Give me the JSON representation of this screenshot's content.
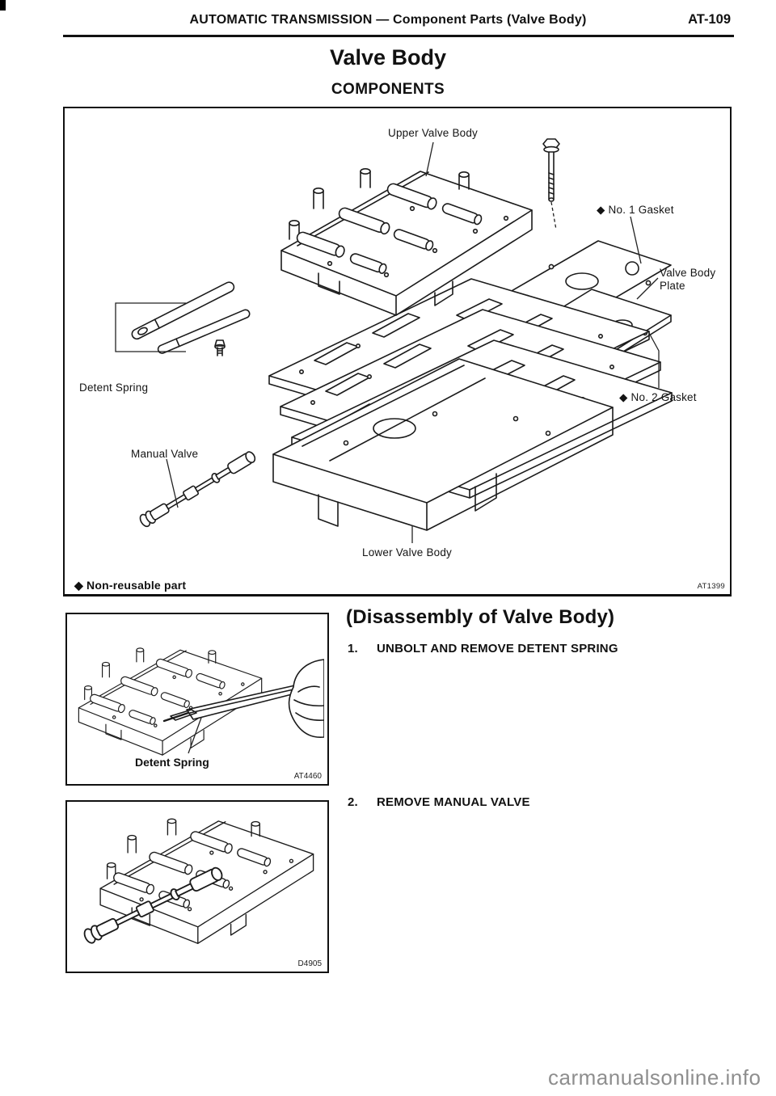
{
  "page": {
    "header_title": "AUTOMATIC TRANSMISSION — Component Parts (Valve Body)",
    "page_number": "AT-109",
    "title": "Valve Body",
    "subtitle": "COMPONENTS"
  },
  "components_figure": {
    "labels": {
      "upper_valve_body": "Upper Valve Body",
      "no1_gasket": "◆ No. 1 Gasket",
      "valve_body_plate": "Valve Body\nPlate",
      "detent_spring": "Detent Spring",
      "no2_gasket": "◆ No. 2 Gasket",
      "manual_valve": "Manual Valve",
      "lower_valve_body": "Lower Valve Body"
    },
    "footnote": "◆  Non-reusable part",
    "figure_code": "AT1399"
  },
  "disassembly": {
    "heading": "(Disassembly of Valve Body)",
    "steps": [
      {
        "number": "1.",
        "text": "UNBOLT AND REMOVE DETENT SPRING"
      },
      {
        "number": "2.",
        "text": "REMOVE MANUAL VALVE"
      }
    ]
  },
  "figure_detent": {
    "label": "Detent Spring",
    "figure_code": "AT4460"
  },
  "figure_manual": {
    "figure_code": "D4905"
  },
  "watermark": "carmanualsonline.info",
  "colors": {
    "ink": "#111111",
    "watermark_gray": "#8e8e8e",
    "background": "#ffffff"
  }
}
